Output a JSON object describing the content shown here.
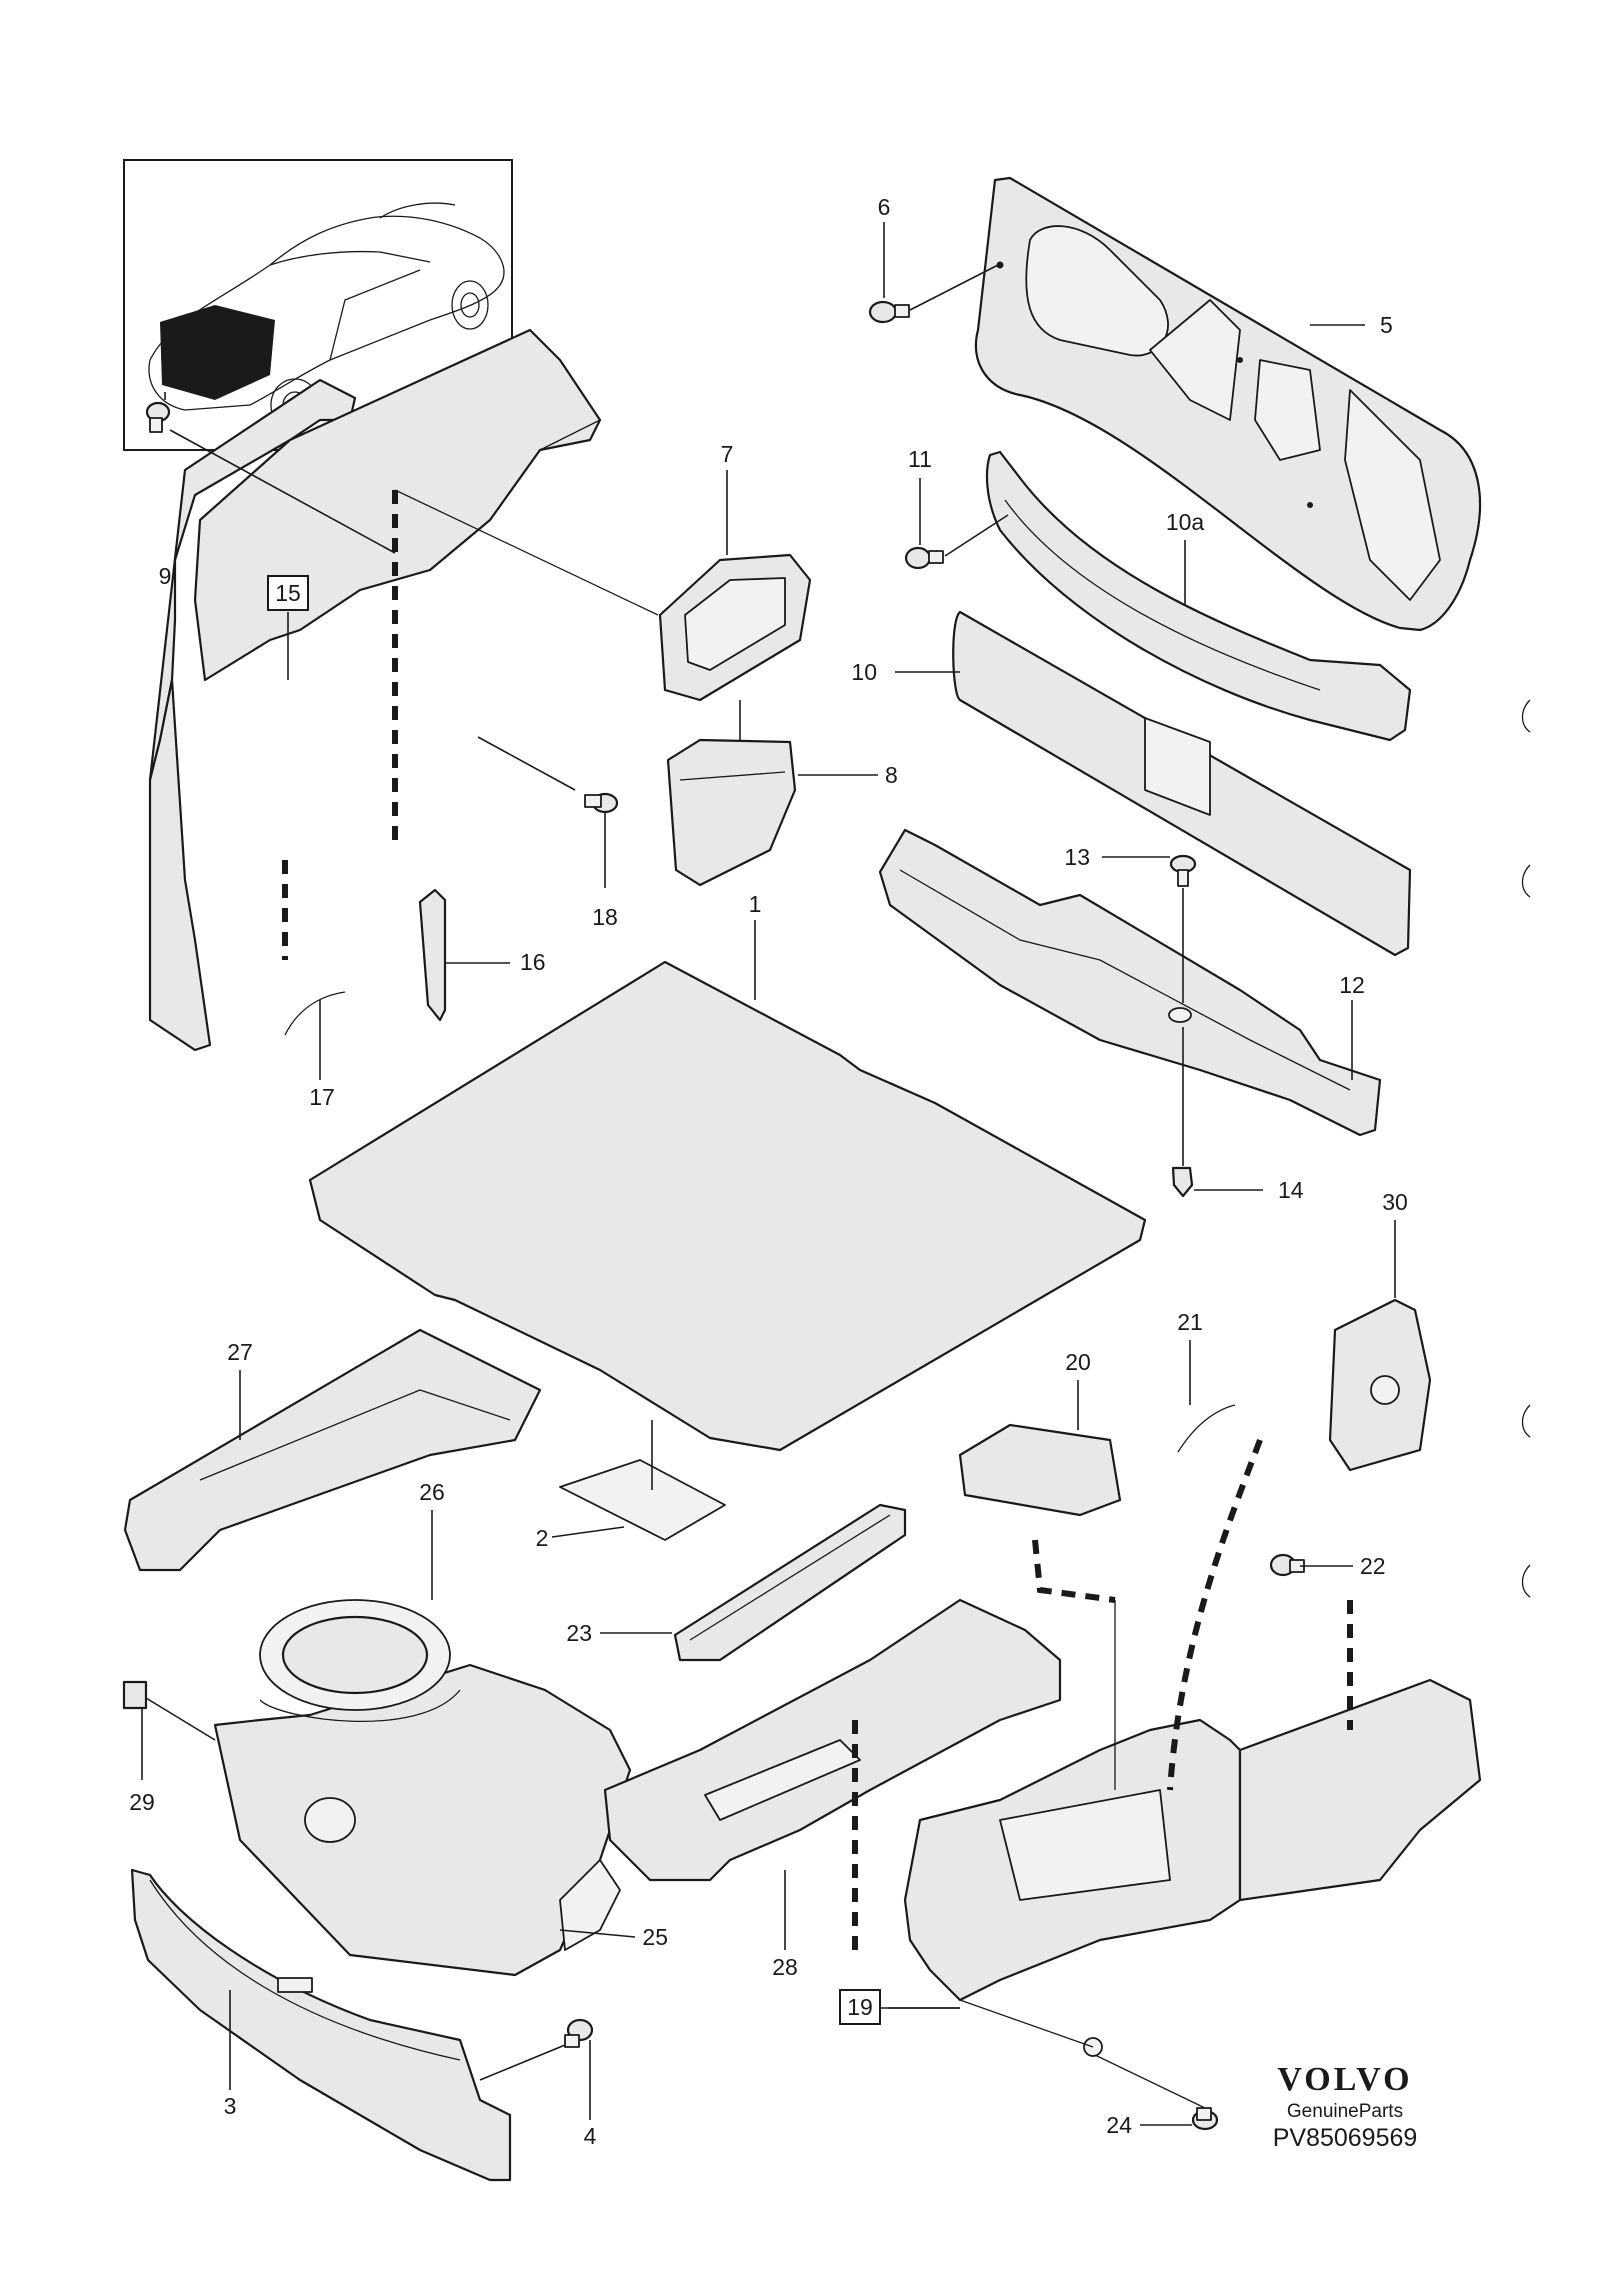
{
  "diagram": {
    "callouts": {
      "c1": "1",
      "c2": "2",
      "c3": "3",
      "c4": "4",
      "c5": "5",
      "c6": "6",
      "c7": "7",
      "c8": "8",
      "c9": "9",
      "c10": "10",
      "c10a": "10a",
      "c11": "11",
      "c12": "12",
      "c13": "13",
      "c14": "14",
      "c15": "15",
      "c16": "16",
      "c17": "17",
      "c18": "18",
      "c19": "19",
      "c20": "20",
      "c21": "21",
      "c22": "22",
      "c23": "23",
      "c24": "24",
      "c25": "25",
      "c26": "26",
      "c27": "27",
      "c28": "28",
      "c29": "29",
      "c30": "30"
    },
    "footer": {
      "brand": "VOLVO",
      "subtitle": "GenuineParts",
      "code": "PV85069569"
    }
  }
}
